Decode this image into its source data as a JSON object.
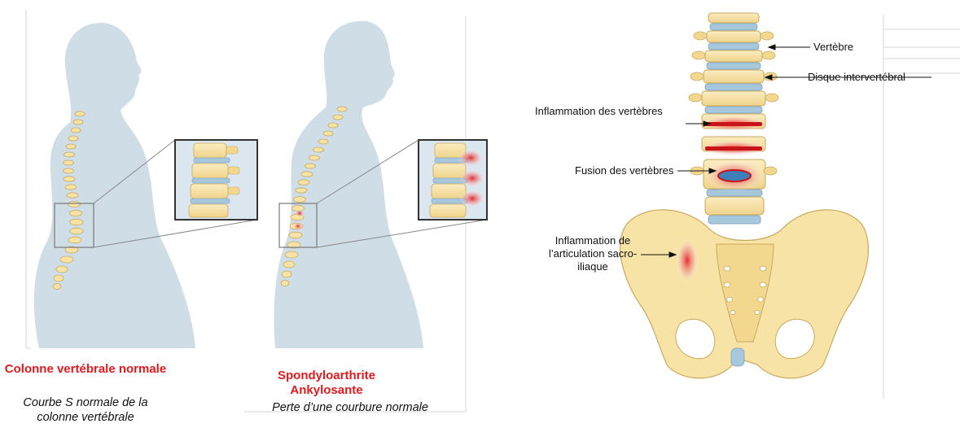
{
  "panels": {
    "normal": {
      "title": "Colonne vertébrale normale",
      "subtitle": "Courbe S normale de la colonne vertébrale"
    },
    "as": {
      "title": "Spondyloarthrite Ankylosante",
      "subtitle": "Perte d’une courbure normale"
    }
  },
  "labels": {
    "vertebre": "Vertèbre",
    "disque": "Disque intervertébral",
    "inflammation_vertebres": "Inflammation des vertèbres",
    "fusion_vertebres": "Fusion des vertèbres",
    "inflammation_si": "Inflammation de l’articulation sacro-iliaque"
  },
  "colors": {
    "silhouette": "#cfdde7",
    "bone": "#f7e3a5",
    "bone_outline": "#c9a95e",
    "disc": "#a7c7dd",
    "inflammation": "#e3191d"
  }
}
